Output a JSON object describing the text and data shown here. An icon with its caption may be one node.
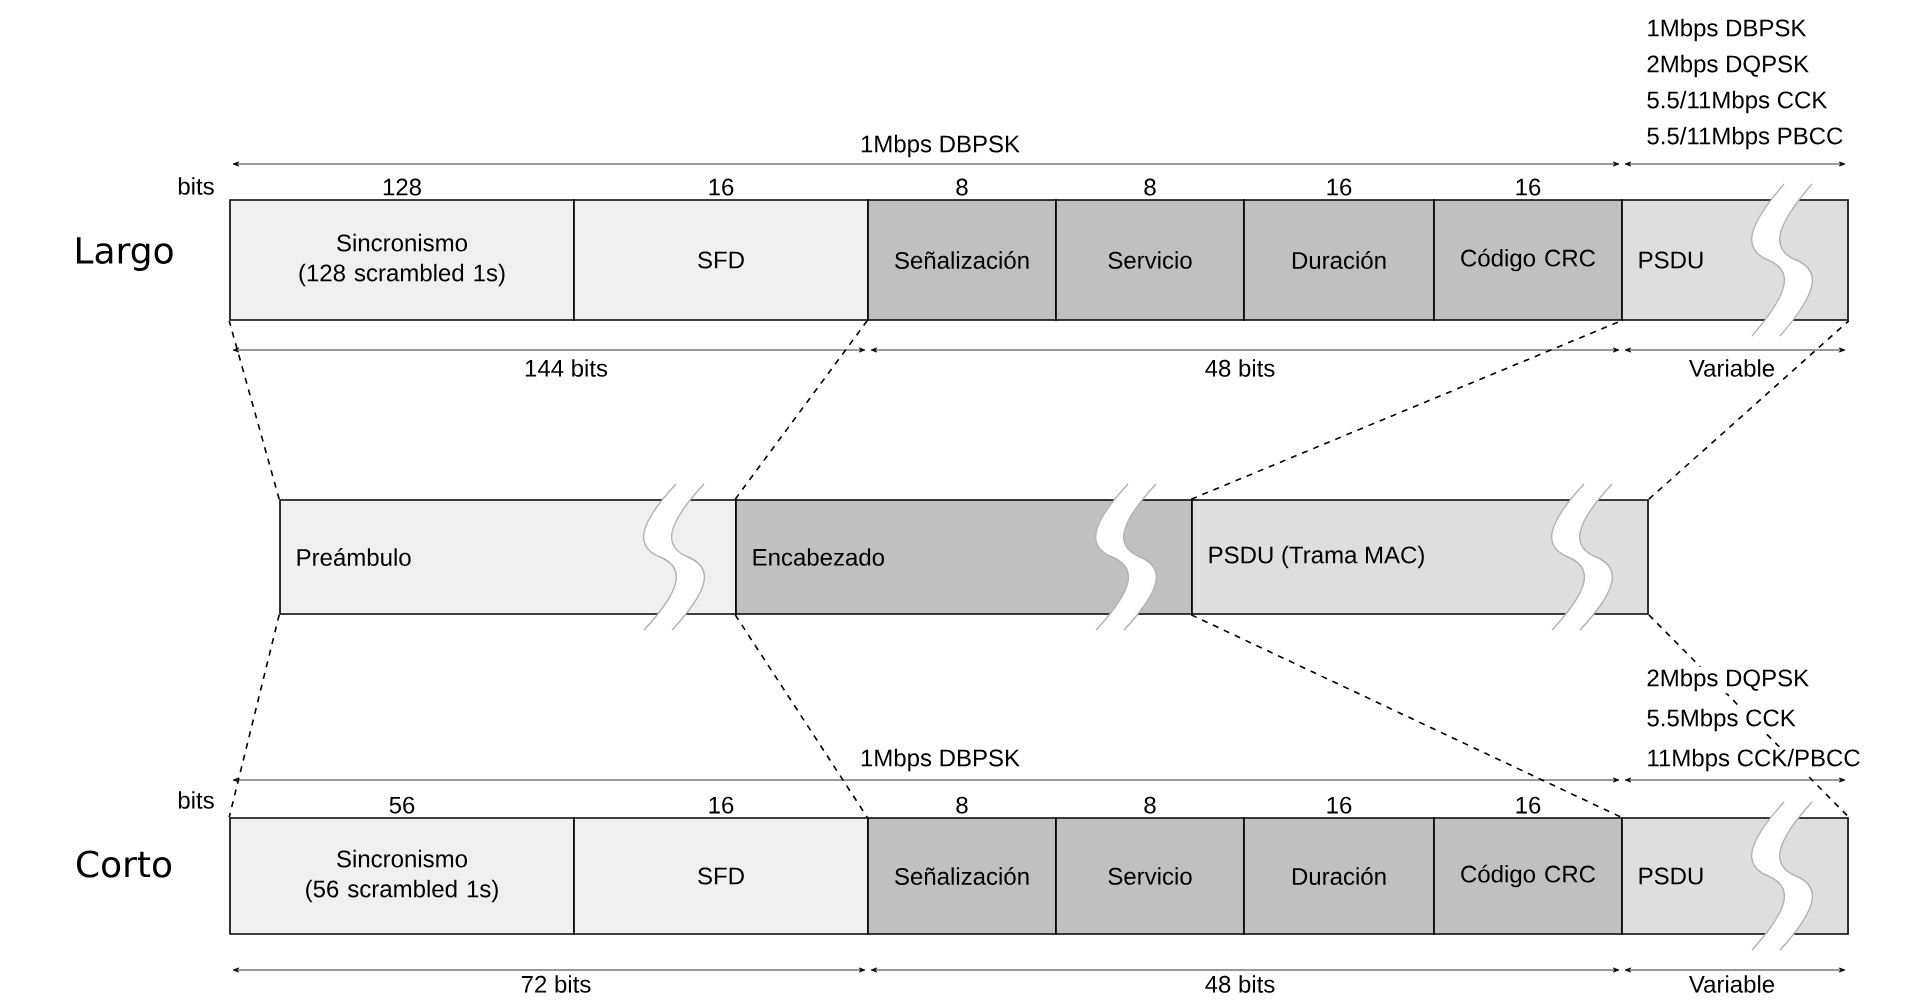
{
  "diagram": {
    "nodes": [
      {
        "text": [
          "Sincronismo",
          "(128 scrambled 1s)"
        ],
        "beside": [
          "128"
        ]
      },
      {
        "text": [
          "SFD"
        ],
        "beside": [
          "16"
        ]
      },
      {
        "text": [
          "Señalización"
        ],
        "beside": [
          "8"
        ]
      },
      {
        "text": [
          "Servicio"
        ],
        "beside": [
          "8"
        ]
      },
      {
        "text": [
          "Duración"
        ],
        "beside": [
          "16"
        ]
      },
      {
        "text": [
          "Código CRC"
        ],
        "beside": [
          "16"
        ]
      },
      {
        "text": [
          "PSDU"
        ]
      },
      {
        "text": [
          "Preámbulo"
        ]
      },
      {
        "text": [
          "Encabezado"
        ]
      },
      {
        "text": [
          "PSDU (Trama MAC)"
        ]
      },
      {
        "text": [
          "Sincronismo",
          "(56 scrambled 1s)"
        ],
        "beside": [
          "56"
        ]
      },
      {
        "text": [
          "SFD"
        ],
        "beside": [
          "16"
        ]
      },
      {
        "text": [
          "Señalización"
        ],
        "beside": [
          "8"
        ]
      },
      {
        "text": [
          "Servicio"
        ],
        "beside": [
          "8"
        ]
      },
      {
        "text": [
          "Duración"
        ],
        "beside": [
          "16"
        ]
      },
      {
        "text": [
          "Código CRC"
        ],
        "beside": [
          "16"
        ]
      },
      {
        "text": [
          "PSDU"
        ]
      }
    ],
    "edges": [
      {
        "from": 7,
        "to": 0,
        "arrow": "none",
        "style": "dashed"
      },
      {
        "from": 8,
        "to": 2,
        "arrow": "none",
        "style": "dashed"
      },
      {
        "from": 9,
        "to": 6,
        "arrow": "none",
        "style": "dashed"
      },
      {
        "from": 9,
        "to": 6,
        "arrow": "none",
        "style": "dashed"
      },
      {
        "from": 7,
        "to": 10,
        "arrow": "none",
        "style": "dashed"
      },
      {
        "from": 8,
        "to": 12,
        "arrow": "none",
        "style": "dashed"
      },
      {
        "from": 9,
        "to": 16,
        "arrow": "none",
        "style": "dashed"
      },
      {
        "from": 9,
        "to": 16,
        "arrow": "none",
        "style": "dashed"
      }
    ],
    "labels": [
      "1Mbps DBPSK",
      "2Mbps DQPSK",
      "5.5/11Mbps CCK",
      "1Mbps DBPSK",
      "5.5/11Mbps PBCC",
      "bits",
      "Largo",
      "144 bits",
      "48 bits",
      "Variable",
      "2Mbps DQPSK",
      "5.5Mbps CCK",
      "1Mbps DBPSK",
      "11Mbps CCK/PBCC",
      "bits",
      "Corto",
      "72 bits",
      "48 bits",
      "Variable"
    ]
  }
}
